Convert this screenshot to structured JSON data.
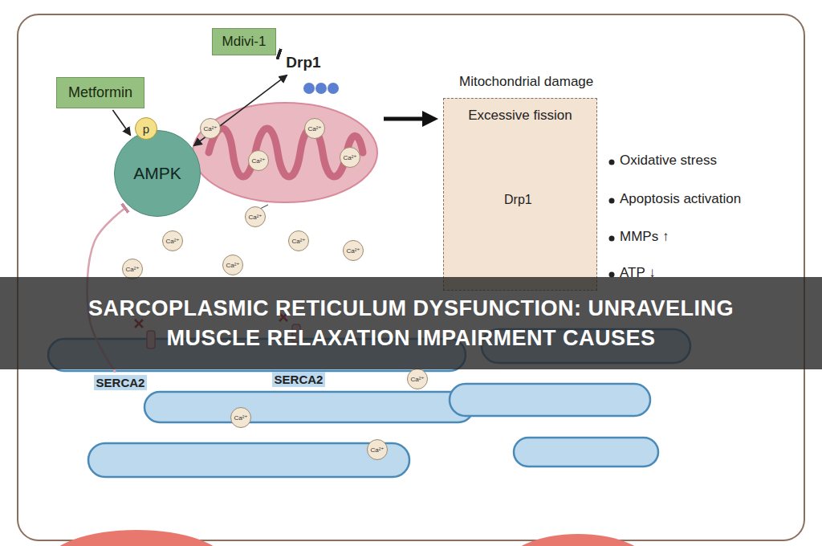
{
  "diagram": {
    "title": "SARCOPLASMIC RETICULUM DYSFUNCTION: UNRAVELING MUSCLE RELAXATION IMPAIRMENT CAUSES",
    "nodes": [
      {
        "text": [
          "Metformin"
        ]
      },
      {
        "text": [
          "Mdivi-1"
        ]
      },
      {
        "text": [
          "Drp1"
        ]
      },
      {
        "text": [
          "p"
        ]
      },
      {
        "text": [
          "AMPK"
        ]
      },
      {
        "text": [
          "Mitochondrial damage",
          "Excessive fission"
        ]
      },
      {
        "text": [
          "SERCA2"
        ]
      },
      {
        "text": [
          "SERCA2"
        ]
      }
    ],
    "edges": [
      {
        "from": 0,
        "to": 4,
        "arrow": "to"
      },
      {
        "from": 1,
        "to": 2,
        "arrow": "to"
      },
      {
        "from": 4,
        "to": 2,
        "arrow": "both"
      },
      {
        "from": 6,
        "to": 4,
        "arrow": "to"
      }
    ],
    "labels": [
      "Drp1",
      "Oxidative stress",
      "Apoptosis activation",
      "MMPs ↑",
      "ATP ↓",
      "Ca²⁺",
      "Ca²⁺",
      "Ca²⁺",
      "Ca²⁺",
      "Ca²⁺",
      "Ca²⁺",
      "Ca²⁺",
      "Ca²⁺",
      "Ca²⁺",
      "Ca²⁺",
      "Ca²⁺",
      "Ca²⁺",
      "Ca²⁺"
    ]
  }
}
